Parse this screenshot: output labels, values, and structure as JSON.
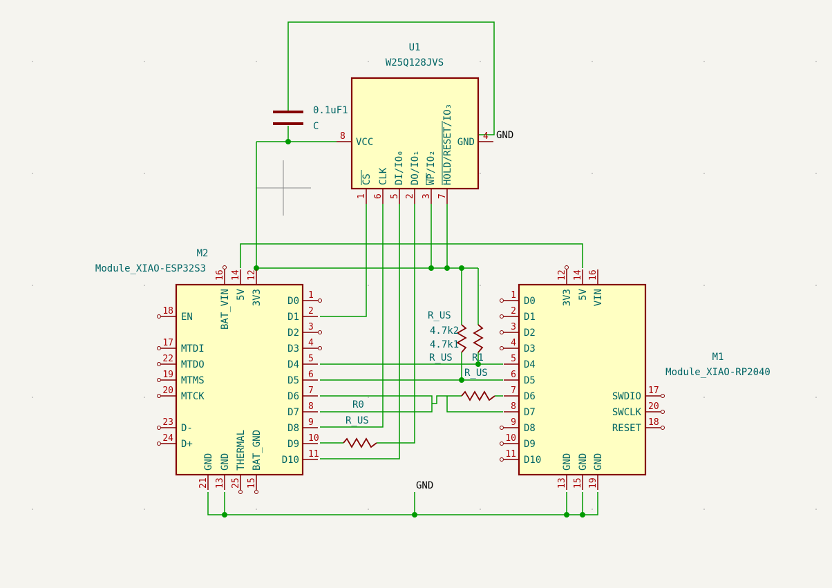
{
  "u1": {
    "ref": "U1",
    "value": "W25Q128JVS",
    "pins": {
      "vcc": {
        "name": "VCC",
        "num": "8"
      },
      "gnd": {
        "name": "GND",
        "num": "4"
      },
      "cs": {
        "name": "CS",
        "num": "1"
      },
      "clk": {
        "name": "CLK",
        "num": "6"
      },
      "di": {
        "name": "DI/IO₀",
        "num": "5"
      },
      "do": {
        "name": "DO/IO₁",
        "num": "2"
      },
      "wp": {
        "name": "WP/IO₂",
        "num": "3"
      },
      "hold": {
        "name": "HOLD/RESET/IO₃",
        "num": "7"
      }
    }
  },
  "c1": {
    "value": "0.1uF1",
    "type": "C"
  },
  "gnd_top": "GND",
  "gnd_bottom": "GND",
  "m2": {
    "ref": "M2",
    "value": "Module_XIAO-ESP32S3",
    "top_pins": [
      {
        "name": "BAT_VIN",
        "num": "16"
      },
      {
        "name": "5V",
        "num": "14"
      },
      {
        "name": "3V3",
        "num": "12"
      }
    ],
    "left_pins": [
      {
        "name": "EN",
        "num": "18"
      },
      {
        "name": "MTDI",
        "num": "17"
      },
      {
        "name": "MTDO",
        "num": "22"
      },
      {
        "name": "MTMS",
        "num": "19"
      },
      {
        "name": "MTCK",
        "num": "20"
      },
      {
        "name": "D-",
        "num": "23"
      },
      {
        "name": "D+",
        "num": "24"
      }
    ],
    "right_pins": [
      {
        "name": "D0",
        "num": "1"
      },
      {
        "name": "D1",
        "num": "2"
      },
      {
        "name": "D2",
        "num": "3"
      },
      {
        "name": "D3",
        "num": "4"
      },
      {
        "name": "D4",
        "num": "5"
      },
      {
        "name": "D5",
        "num": "6"
      },
      {
        "name": "D6",
        "num": "7"
      },
      {
        "name": "D7",
        "num": "8"
      },
      {
        "name": "D8",
        "num": "9"
      },
      {
        "name": "D9",
        "num": "10"
      },
      {
        "name": "D10",
        "num": "11"
      }
    ],
    "bottom_pins": [
      {
        "name": "GND",
        "num": "21"
      },
      {
        "name": "GND",
        "num": "13"
      },
      {
        "name": "THERMAL",
        "num": "25"
      },
      {
        "name": "BAT_GND",
        "num": "15"
      }
    ]
  },
  "m1": {
    "ref": "M1",
    "value": "Module_XIAO-RP2040",
    "top_pins": [
      {
        "name": "3V3",
        "num": "12"
      },
      {
        "name": "5V",
        "num": "14"
      },
      {
        "name": "VIN",
        "num": "16"
      }
    ],
    "left_pins": [
      {
        "name": "D0",
        "num": "1"
      },
      {
        "name": "D1",
        "num": "2"
      },
      {
        "name": "D2",
        "num": "3"
      },
      {
        "name": "D3",
        "num": "4"
      },
      {
        "name": "D4",
        "num": "5"
      },
      {
        "name": "D5",
        "num": "6"
      },
      {
        "name": "D6",
        "num": "7"
      },
      {
        "name": "D7",
        "num": "8"
      },
      {
        "name": "D8",
        "num": "9"
      },
      {
        "name": "D9",
        "num": "10"
      },
      {
        "name": "D10",
        "num": "11"
      }
    ],
    "right_pins": [
      {
        "name": "SWDIO",
        "num": "17"
      },
      {
        "name": "SWCLK",
        "num": "20"
      },
      {
        "name": "RESET",
        "num": "18"
      }
    ],
    "bottom_pins": [
      {
        "name": "GND",
        "num": "13"
      },
      {
        "name": "GND",
        "num": "15"
      },
      {
        "name": "GND",
        "num": "19"
      }
    ]
  },
  "resistors": {
    "r_us_a": "R_US",
    "val_2": "4.7k2",
    "val_1": "4.7k1",
    "r_us_b": "R_US",
    "r1": "R1",
    "r_us_c": "R_US",
    "r0": "R0",
    "r_us_d": "R_US"
  }
}
